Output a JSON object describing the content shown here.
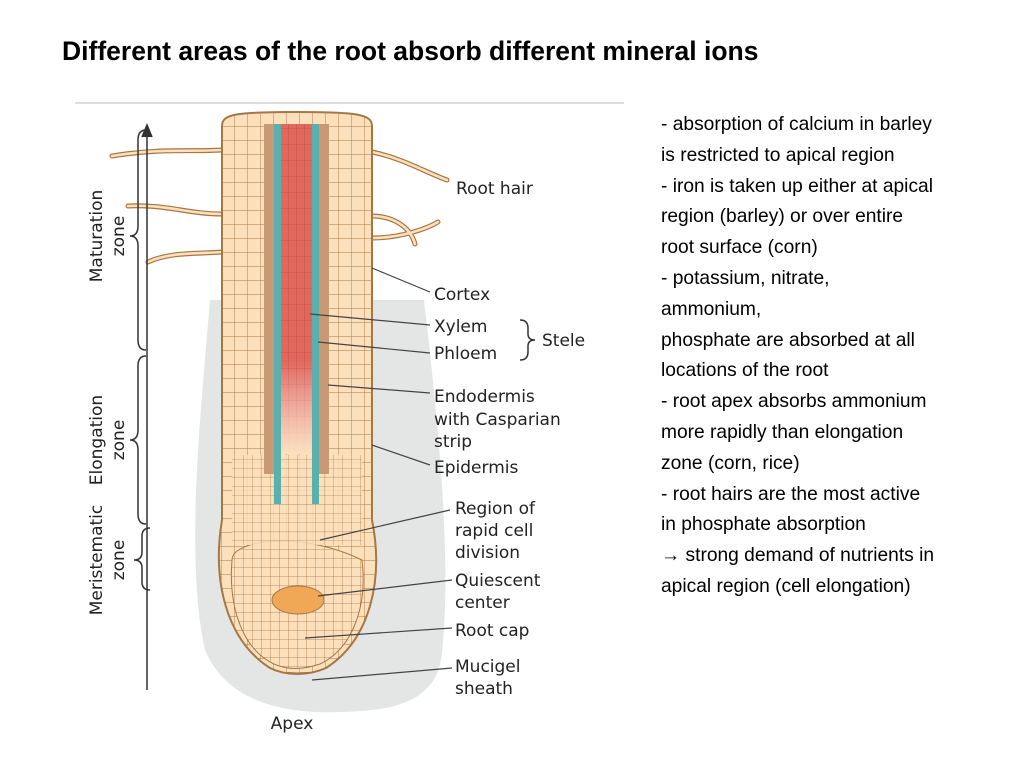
{
  "slide": {
    "title": "Different areas of the root absorb different mineral ions"
  },
  "diagram": {
    "labels": {
      "root_hair": "Root hair",
      "cortex": "Cortex",
      "xylem": "Xylem",
      "phloem": "Phloem",
      "stele": "Stele",
      "endodermis_1": "Endodermis",
      "endodermis_2": "with Casparian",
      "endodermis_3": "strip",
      "epidermis": "Epidermis",
      "rapid_1": "Region of",
      "rapid_2": "rapid cell",
      "rapid_3": "division",
      "quiescent_1": "Quiescent",
      "quiescent_2": "center",
      "root_cap": "Root cap",
      "mucigel_1": "Mucigel",
      "mucigel_2": "sheath",
      "apex": "Apex"
    },
    "zones": {
      "maturation_1": "Maturation",
      "maturation_2": "zone",
      "elongation_1": "Elongation",
      "elongation_2": "zone",
      "meristematic_1": "Meristematic",
      "meristematic_2": "zone"
    },
    "colors": {
      "cell_fill": "#fce0bc",
      "cell_stroke": "#a67746",
      "xylem": "#e2685c",
      "phloem": "#5ab0ae",
      "endodermis": "#c79a74",
      "mucigel": "#e4e6e6",
      "quiescent": "#f0a856"
    }
  },
  "notes": {
    "lines": [
      "- absorption of calcium in barley",
      "is restricted to apical region",
      "- iron is taken up either at apical",
      "region (barley) or over entire",
      "root surface (corn)",
      "- potassium, nitrate,",
      "ammonium,",
      "phosphate are absorbed at all",
      "locations of the root",
      "- root apex absorbs ammonium",
      "more rapidly than elongation",
      "zone (corn, rice)",
      "- root hairs are the most active",
      "in phosphate absorption",
      "→ strong demand of nutrients in",
      "apical region (cell elongation)"
    ]
  }
}
